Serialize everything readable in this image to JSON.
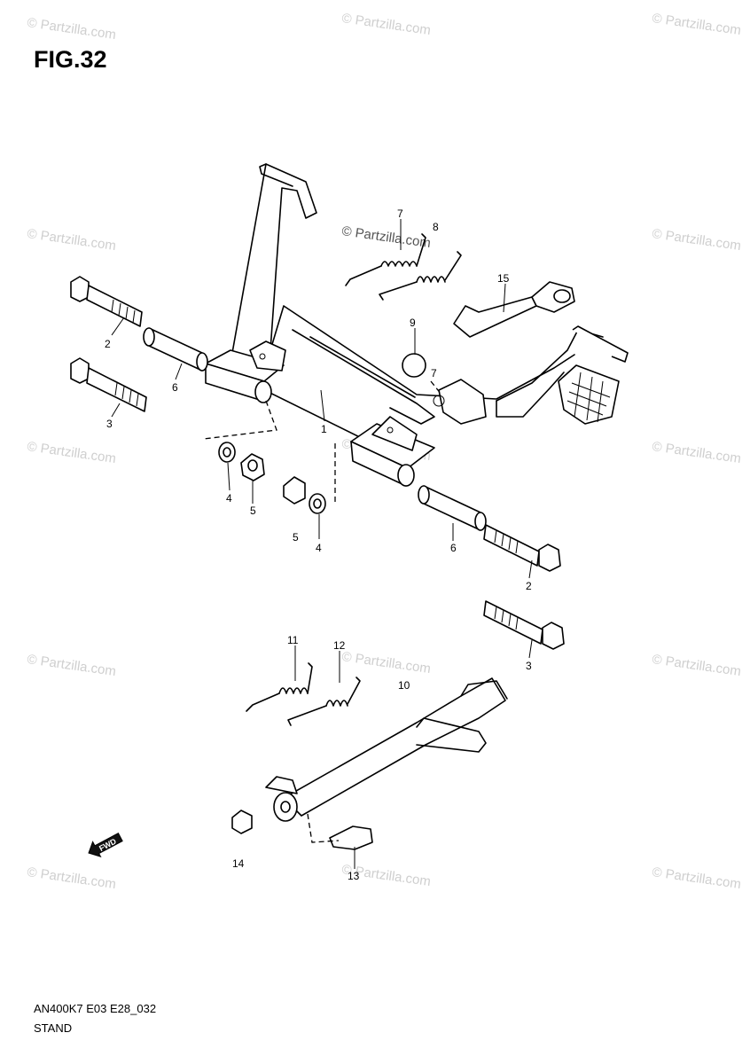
{
  "figure": {
    "title": "FIG.32"
  },
  "footer": {
    "model_code": "AN400K7 E03 E28_032",
    "section_name": "STAND"
  },
  "watermark": {
    "text": "© Partzilla.com",
    "color": "#cfcfcf"
  },
  "forward_arrow": {
    "label": "FWD",
    "icon": "forward-arrow-icon"
  },
  "callouts": [
    {
      "ref": "1",
      "part": "center-stand"
    },
    {
      "ref": "2",
      "part": "bolt-upper-left"
    },
    {
      "ref": "3",
      "part": "bolt-lower-left"
    },
    {
      "ref": "4",
      "part": "washer-left"
    },
    {
      "ref": "5",
      "part": "nut-left"
    },
    {
      "ref": "6",
      "part": "collar-left"
    },
    {
      "ref": "7",
      "part": "spring-inner"
    },
    {
      "ref": "8",
      "part": "spring-outer"
    },
    {
      "ref": "9",
      "part": "cap"
    },
    {
      "ref": "7",
      "part": "spring-hook-ref"
    },
    {
      "ref": "5",
      "part": "nut-right"
    },
    {
      "ref": "4",
      "part": "washer-right"
    },
    {
      "ref": "6",
      "part": "collar-right"
    },
    {
      "ref": "2",
      "part": "bolt-upper-right"
    },
    {
      "ref": "3",
      "part": "bolt-lower-right"
    },
    {
      "ref": "15",
      "part": "bracket"
    },
    {
      "ref": "11",
      "part": "side-stand-spring-inner"
    },
    {
      "ref": "12",
      "part": "side-stand-spring-outer"
    },
    {
      "ref": "10",
      "part": "side-stand"
    },
    {
      "ref": "14",
      "part": "nut-side-stand"
    },
    {
      "ref": "13",
      "part": "bolt-side-stand"
    }
  ]
}
